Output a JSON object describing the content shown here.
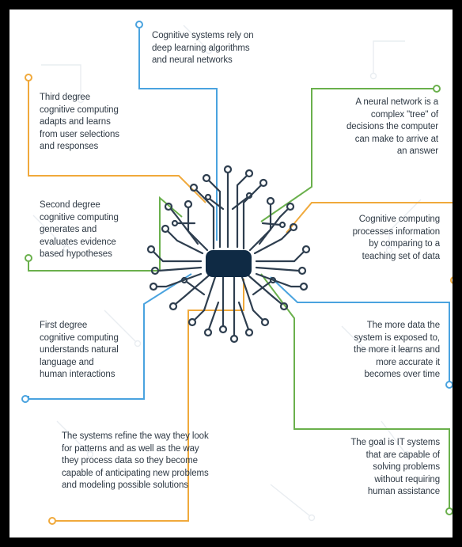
{
  "colors": {
    "blue": "#4aa3df",
    "green": "#6ab04c",
    "orange": "#f0a93b",
    "tree": "#2e3e4f",
    "chip": "#0f2a44",
    "text": "#2f3a45"
  },
  "icons": {
    "brain": "circuit-brain-icon",
    "chip": "processor-chip-icon"
  },
  "callouts": [
    {
      "id": "top",
      "color": "blue",
      "lines": [
        "Cognitive systems rely on",
        "deep learning algorithms",
        "and neural networks"
      ]
    },
    {
      "id": "third-degree",
      "color": "orange",
      "lines": [
        "Third degree",
        "cognitive computing",
        "adapts and learns",
        "from user selections",
        "and responses"
      ]
    },
    {
      "id": "neural-network",
      "color": "green",
      "lines": [
        "A neural network is a",
        "complex \"tree\" of",
        "decisions the computer",
        "can make to arrive at",
        "an answer"
      ]
    },
    {
      "id": "second-degree",
      "color": "green",
      "lines": [
        "Second degree",
        "cognitive computing",
        "generates and",
        "evaluates evidence",
        "based hypotheses"
      ]
    },
    {
      "id": "processes-info",
      "color": "orange",
      "lines": [
        "Cognitive computing",
        "processes information",
        "by comparing to a",
        "teaching set of data"
      ]
    },
    {
      "id": "first-degree",
      "color": "blue",
      "lines": [
        "First degree",
        "cognitive computing",
        "understands natural",
        "language and",
        "human interactions"
      ]
    },
    {
      "id": "more-data",
      "color": "blue",
      "lines": [
        "The more data the",
        "system is exposed to,",
        "the more it learns and",
        "more accurate it",
        "becomes over time"
      ]
    },
    {
      "id": "refine",
      "color": "orange",
      "lines": [
        "The systems refine the way they look",
        "for patterns and as well as the way",
        "they process data so they become",
        "capable of anticipating new problems",
        "and modeling possible solutions"
      ]
    },
    {
      "id": "goal",
      "color": "green",
      "lines": [
        "The goal is IT systems",
        "that are capable of",
        "solving problems",
        "without requiring",
        "human assistance"
      ]
    }
  ]
}
